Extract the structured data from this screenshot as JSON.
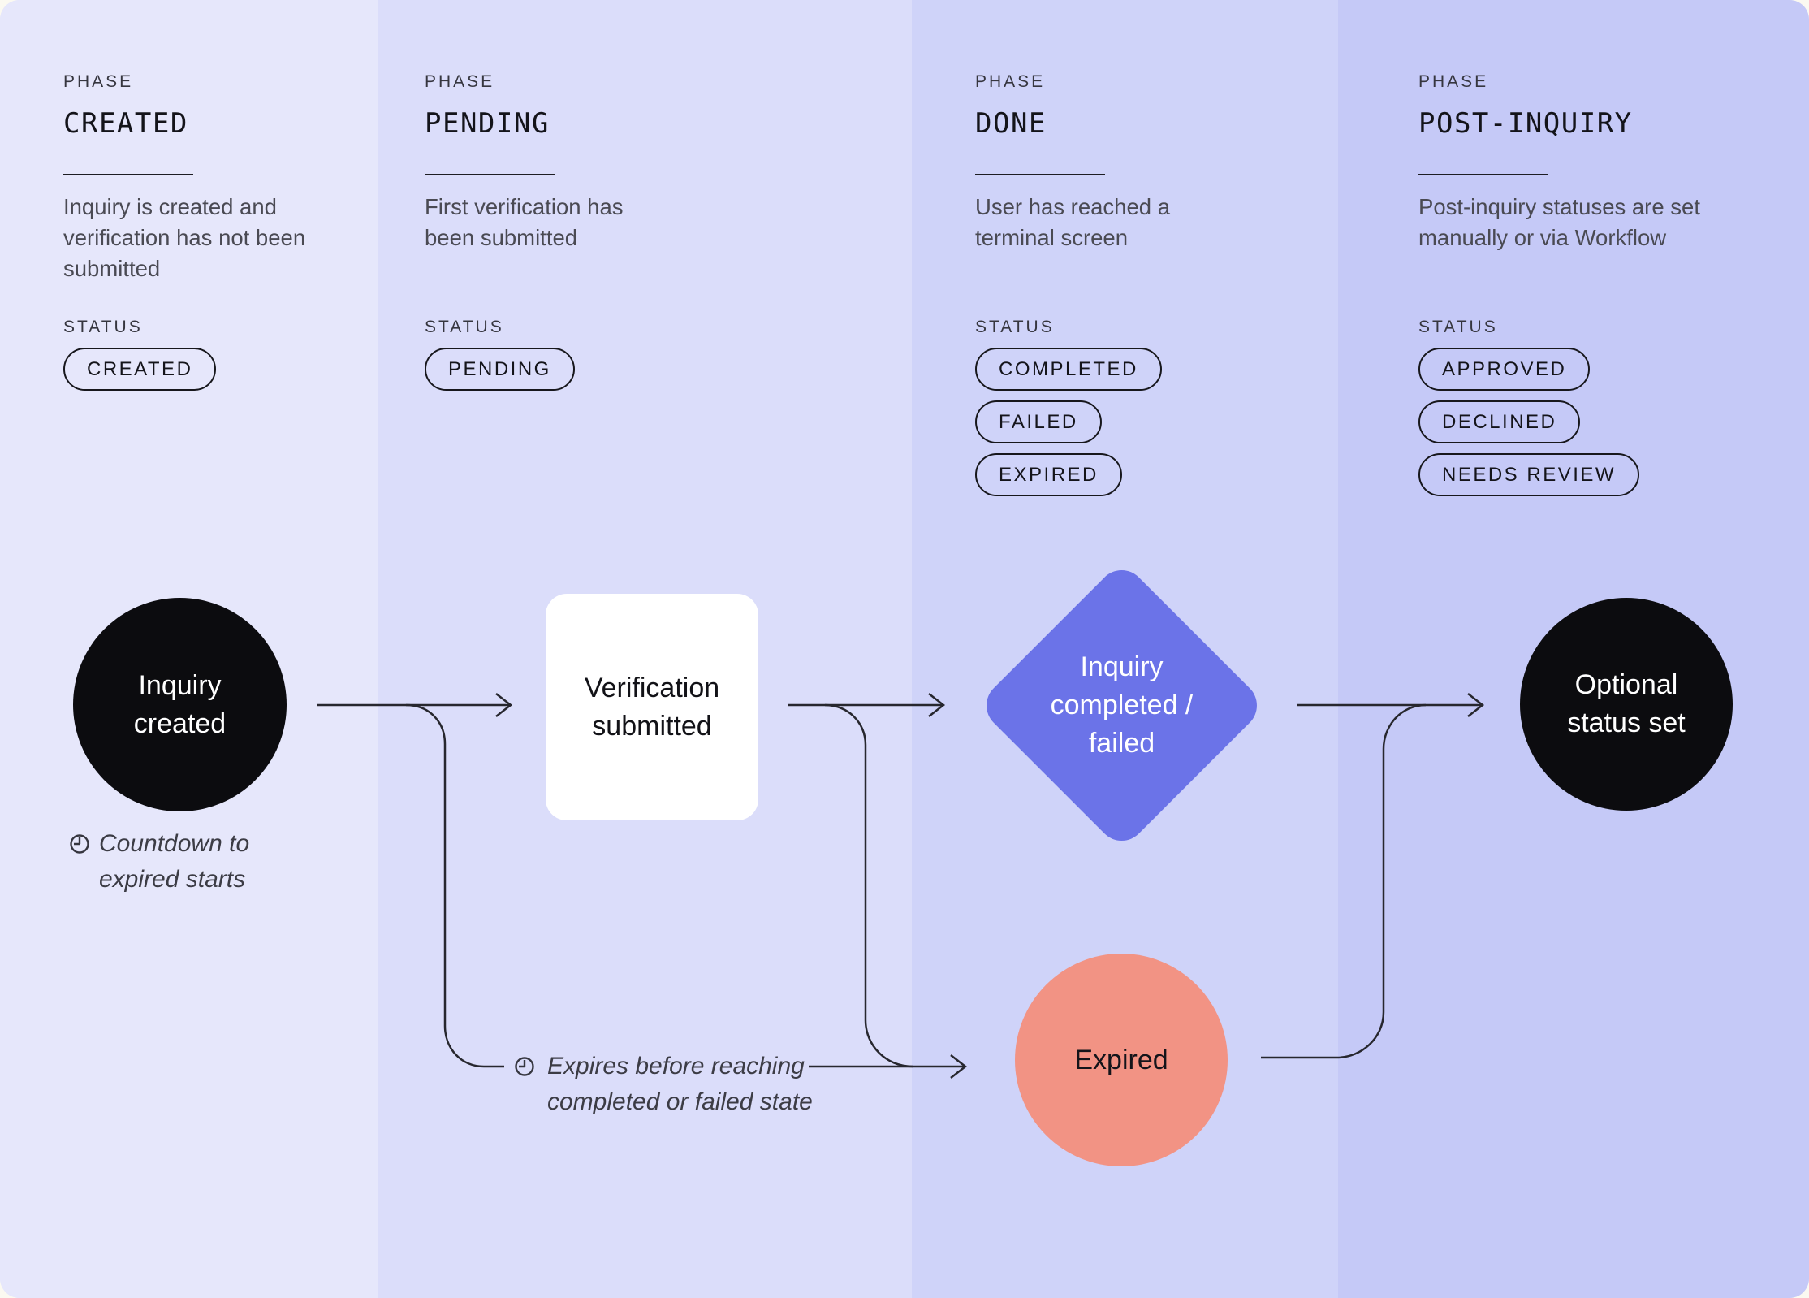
{
  "columns": [
    {
      "phase_label": "PHASE",
      "title": "CREATED",
      "desc_lines": [
        "Inquiry is created and",
        "verification has not been",
        "submitted"
      ],
      "status_label": "STATUS",
      "statuses": [
        "CREATED"
      ]
    },
    {
      "phase_label": "PHASE",
      "title": "PENDING",
      "desc_lines": [
        "First verification has",
        "been submitted"
      ],
      "status_label": "STATUS",
      "statuses": [
        "PENDING"
      ]
    },
    {
      "phase_label": "PHASE",
      "title": "DONE",
      "desc_lines": [
        "User has reached a",
        "terminal screen"
      ],
      "status_label": "STATUS",
      "statuses": [
        "COMPLETED",
        "FAILED",
        "EXPIRED"
      ]
    },
    {
      "phase_label": "PHASE",
      "title": "POST-INQUIRY",
      "desc_lines": [
        "Post-inquiry statuses are set",
        "manually or via Workflow"
      ],
      "status_label": "STATUS",
      "statuses": [
        "APPROVED",
        "DECLINED",
        "NEEDS REVIEW"
      ]
    }
  ],
  "flow": {
    "inquiry_created": [
      "Inquiry",
      "created"
    ],
    "verification_submitted": [
      "Verification",
      "submitted"
    ],
    "decision": [
      "Inquiry",
      "completed /",
      "failed"
    ],
    "optional_status": [
      "Optional",
      "status set"
    ],
    "expired": [
      "Expired"
    ],
    "countdown_caption": [
      "Countdown to",
      "expired starts"
    ],
    "expires_caption": [
      "Expires before reaching",
      "completed or failed state"
    ]
  },
  "colors": {
    "column_created": "#e6e7fb",
    "column_pending": "#dbddfa",
    "column_done": "#cfd3f9",
    "column_post_inquiry": "#c5c9f7",
    "node_black": "#0c0c0f",
    "node_white": "#ffffff",
    "decision_diamond": "#6b73e8",
    "expired_circle": "#f29384",
    "line": "#27272e"
  }
}
